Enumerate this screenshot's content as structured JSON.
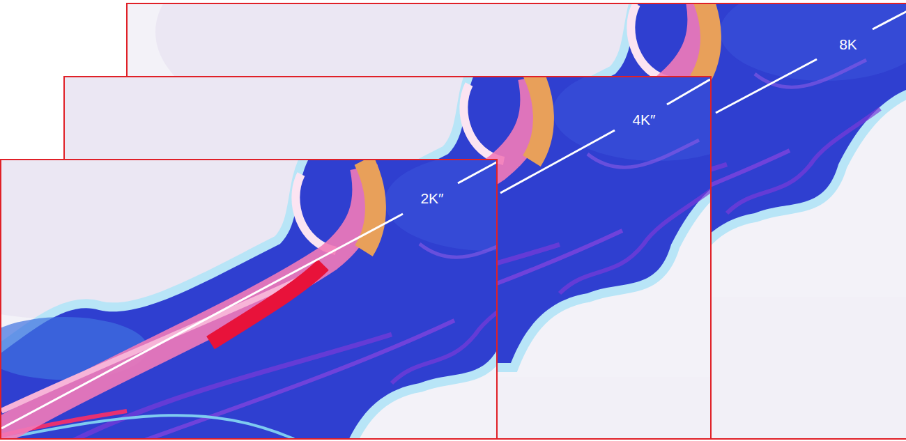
{
  "diagram": {
    "nodes": [
      {
        "text": [
          "8K"
        ]
      },
      {
        "text": [
          "4K″"
        ]
      },
      {
        "text": [
          "2K″"
        ]
      }
    ]
  }
}
